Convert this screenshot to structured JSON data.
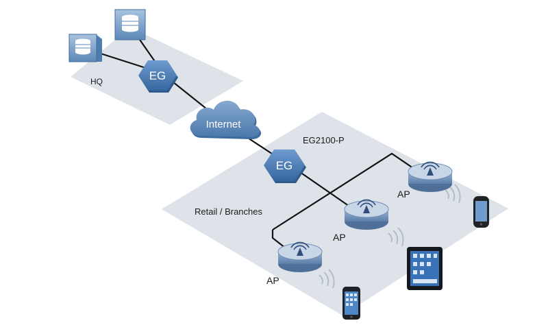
{
  "zones": {
    "hq": "HQ",
    "retail": "Retail / Branches"
  },
  "cloud": {
    "label": "Internet"
  },
  "gateways": {
    "hq": "EG",
    "branch": "EG",
    "branch_model": "EG2100-P"
  },
  "access_points": [
    {
      "label": "AP"
    },
    {
      "label": "AP"
    },
    {
      "label": "AP"
    }
  ],
  "colors": {
    "platform": "#dce3ea",
    "hexagon": "#4a7db5",
    "cloud": "#5f8ab8",
    "ap_body": "#6f8fb5",
    "line": "#111111"
  },
  "icons": {
    "server": "server-icon",
    "gateway": "gateway-hexagon-icon",
    "cloud": "cloud-icon",
    "access_point": "access-point-icon",
    "phone": "smartphone-icon",
    "tablet": "tablet-icon",
    "signal": "wifi-signal-icon"
  }
}
